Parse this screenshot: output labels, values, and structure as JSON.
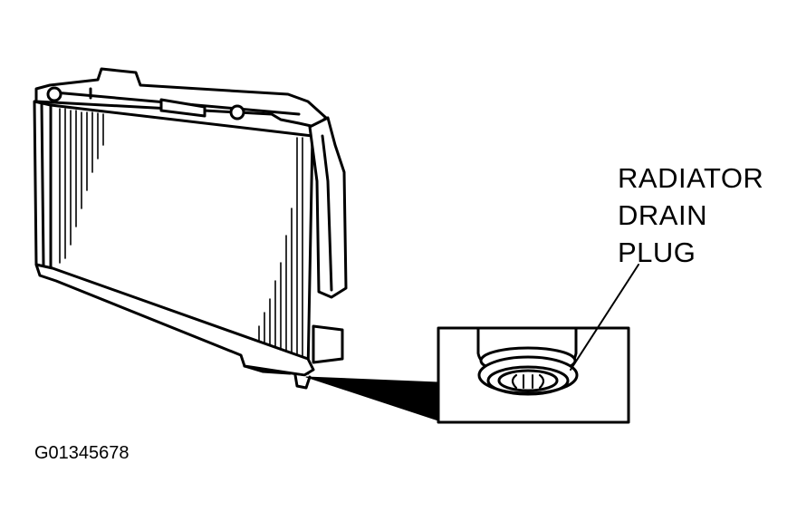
{
  "callout": {
    "lines": [
      "RADIATOR",
      "DRAIN",
      "PLUG"
    ]
  },
  "figure_id": "G01345678",
  "colors": {
    "ink": "#000000",
    "paper": "#ffffff"
  }
}
